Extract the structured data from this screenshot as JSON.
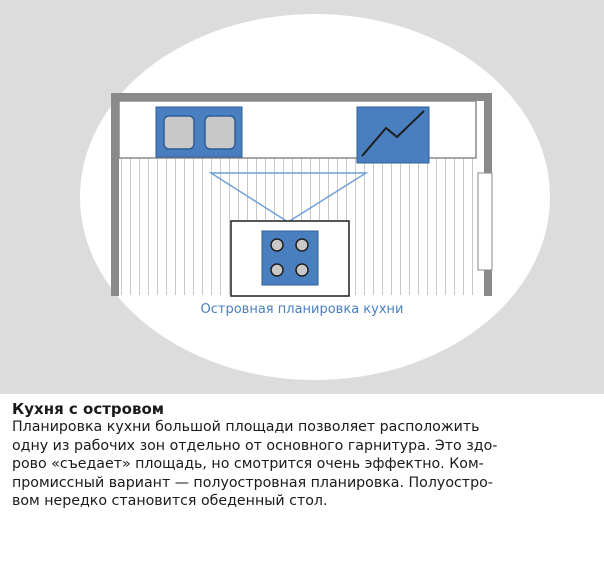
{
  "diagram": {
    "caption": "Островная планировка кухни",
    "colors": {
      "accent": "#4a7fbf",
      "wall": "#8a8a8a",
      "background": "#dcdcdc",
      "floor_lines": "#c8c8c8",
      "triangle": "#6fa0d8"
    }
  },
  "article": {
    "heading": "Кухня с островом",
    "lines": [
      "Планировка кухни большой площади позволяет расположить",
      "одну из рабочих зон отдельно от основного гарнитура. Это здо-",
      "рово «съедает» площадь, но смотрится очень эффектно. Ком-",
      "промиссный вариант — полуостровная планировка. Полуостро-",
      "вом нередко становится обеденный стол."
    ]
  }
}
